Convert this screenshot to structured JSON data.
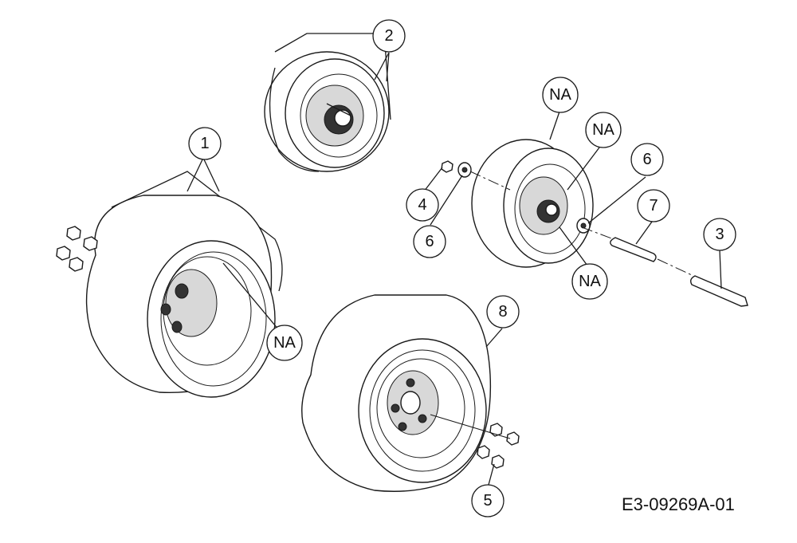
{
  "diagram": {
    "document_code": "E3-09269A-01",
    "callouts": [
      {
        "id": "c1",
        "label": "1"
      },
      {
        "id": "c2",
        "label": "2"
      },
      {
        "id": "c3",
        "label": "3"
      },
      {
        "id": "c4",
        "label": "4"
      },
      {
        "id": "c5",
        "label": "5"
      },
      {
        "id": "c6a",
        "label": "6"
      },
      {
        "id": "c6b",
        "label": "6"
      },
      {
        "id": "c7",
        "label": "7"
      },
      {
        "id": "c8",
        "label": "8"
      },
      {
        "id": "na1",
        "label": "NA"
      },
      {
        "id": "na2",
        "label": "NA"
      },
      {
        "id": "na3",
        "label": "NA"
      },
      {
        "id": "na4",
        "label": "NA"
      }
    ]
  }
}
